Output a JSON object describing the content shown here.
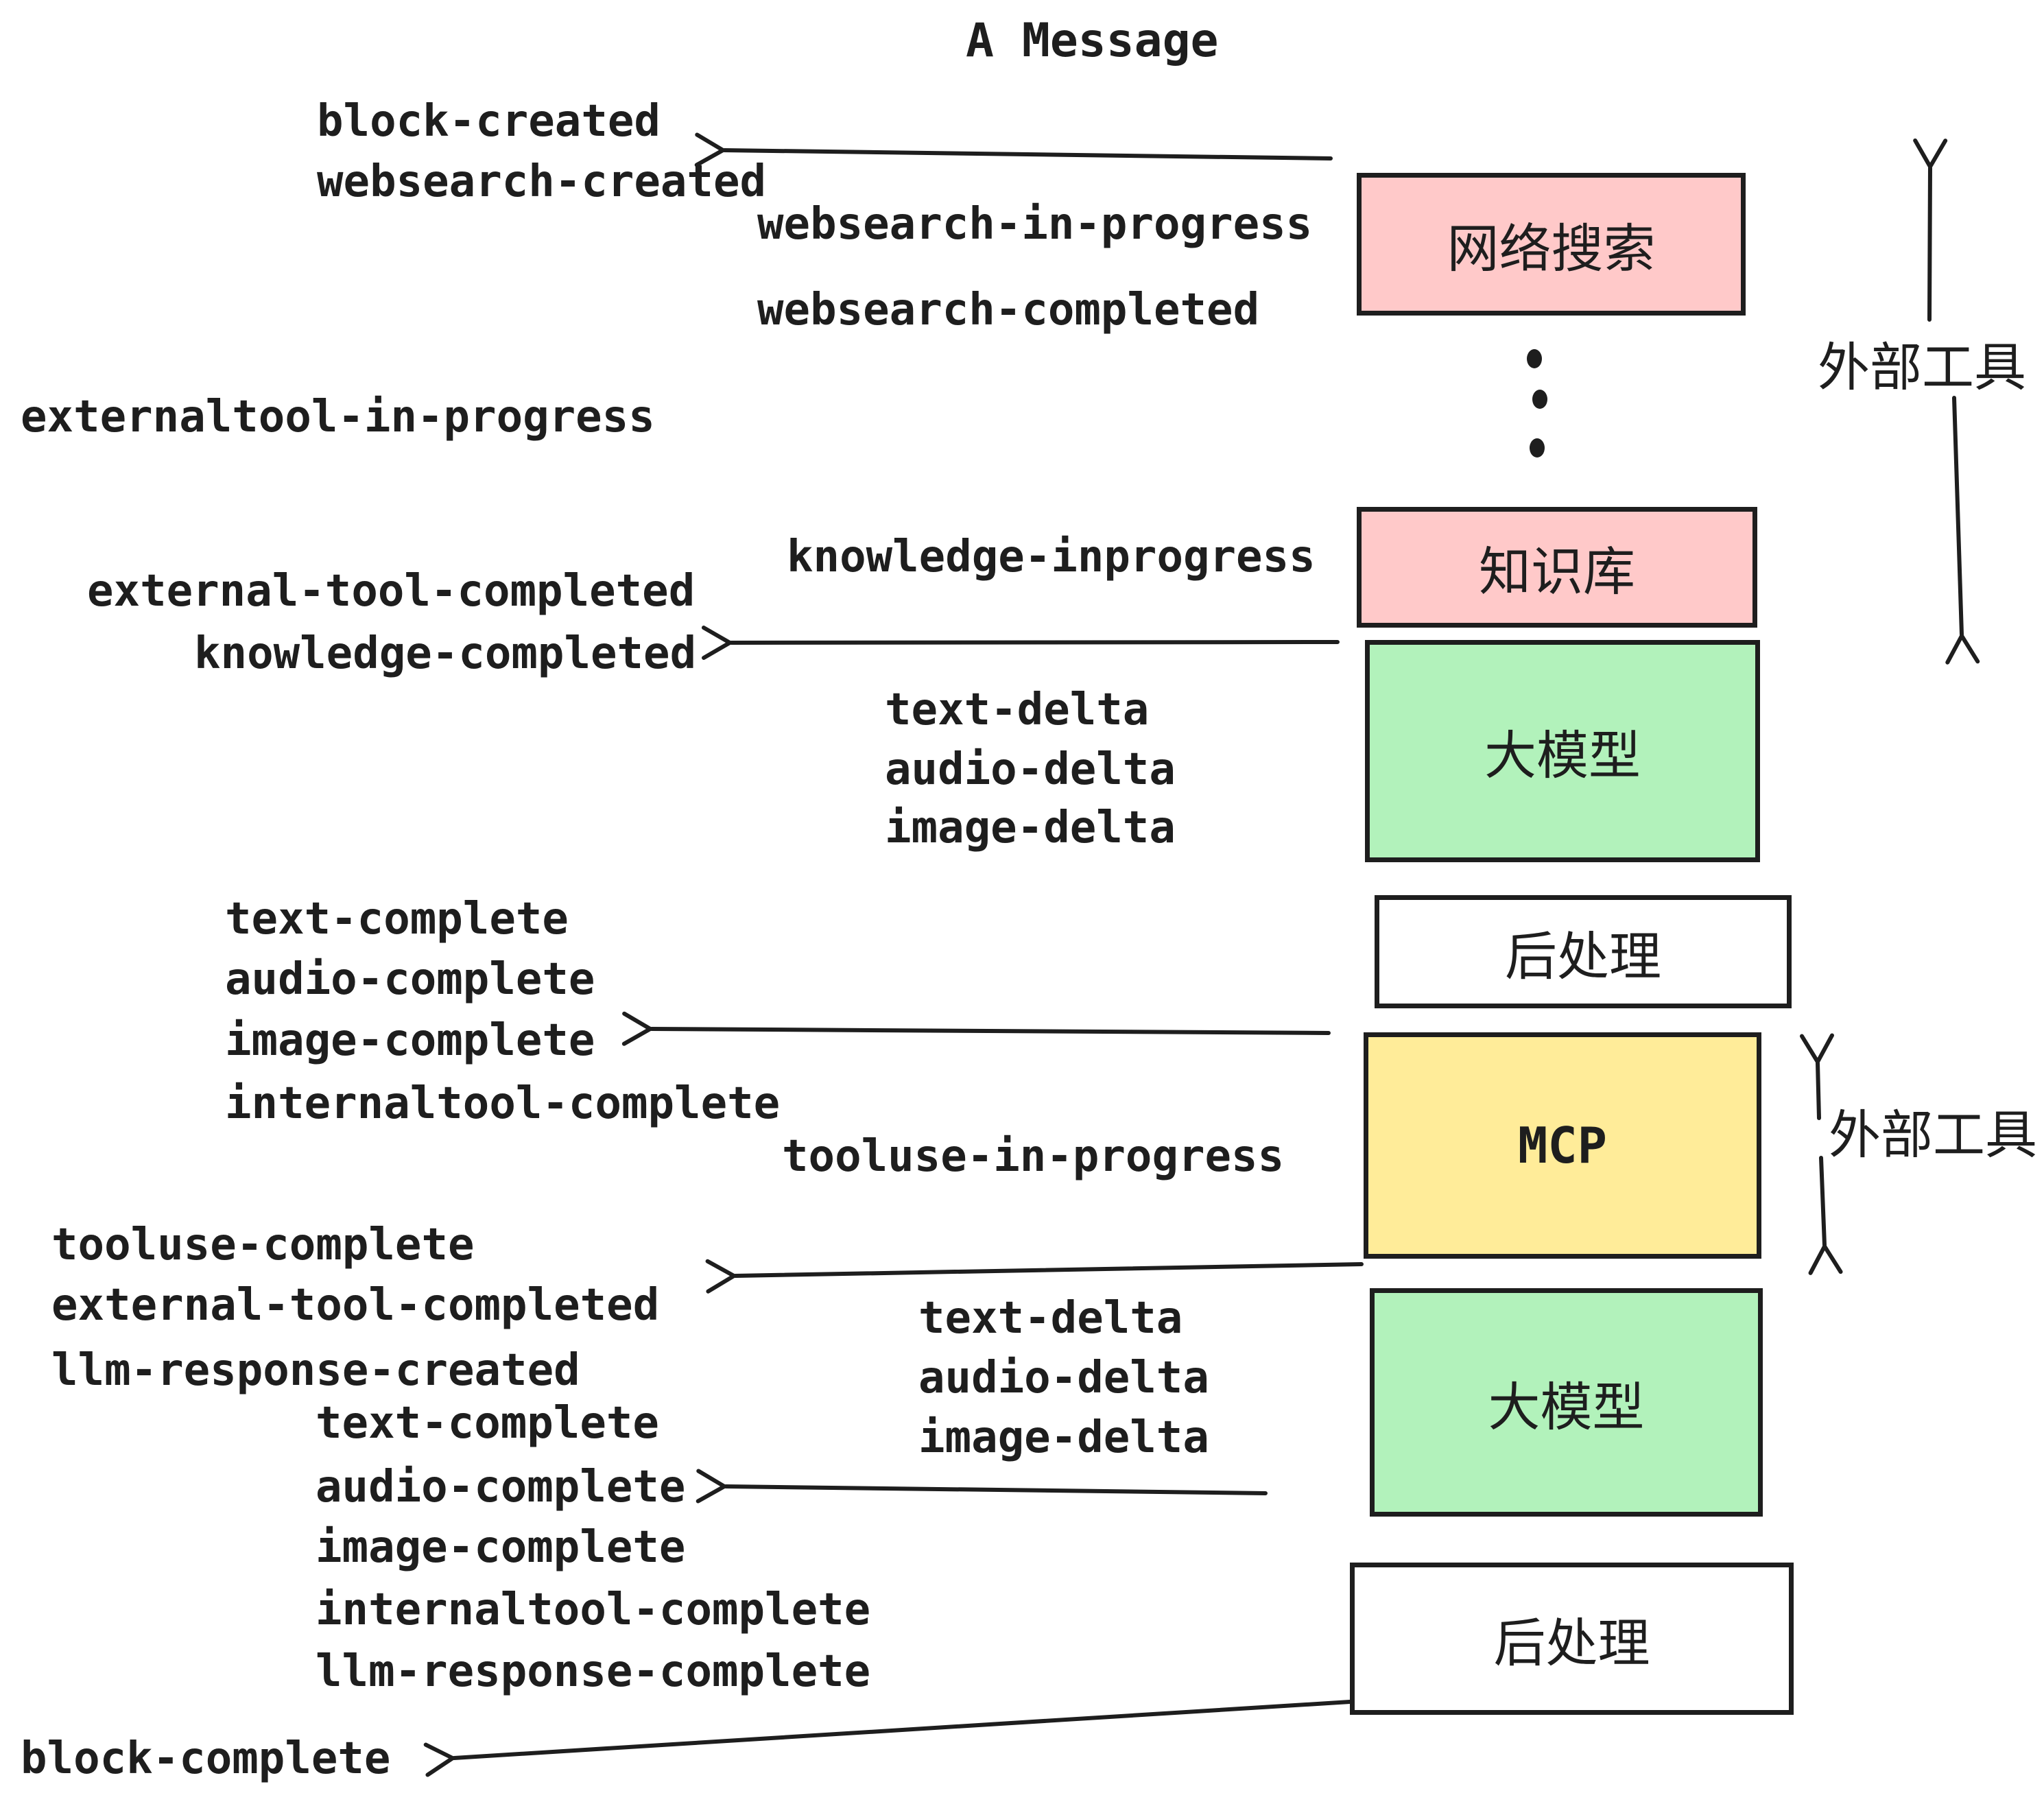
{
  "title": "A Message",
  "colors": {
    "ink": "#1e1e1e",
    "pink": "#ffc9c9",
    "green": "#b2f2bb",
    "yellow": "#ffec99",
    "white": "#ffffff"
  },
  "events": {
    "block_created": "block-created",
    "websearch_created": "websearch-created",
    "websearch_in_progress": "websearch-in-progress",
    "websearch_completed": "websearch-completed",
    "externaltool_in_progress": "externaltool-in-progress",
    "knowledge_inprogress": "knowledge-inprogress",
    "external_tool_completed": "external-tool-completed",
    "knowledge_completed": "knowledge-completed",
    "text_delta": "text-delta",
    "audio_delta": "audio-delta",
    "image_delta": "image-delta",
    "text_complete": "text-complete",
    "audio_complete": "audio-complete",
    "image_complete": "image-complete",
    "internaltool_complete": "internaltool-complete",
    "tooluse_in_progress": "tooluse-in-progress",
    "tooluse_complete": "tooluse-complete",
    "external_tool_completed_2": "external-tool-completed",
    "llm_response_created": "llm-response-created",
    "text_delta_2": "text-delta",
    "audio_delta_2": "audio-delta",
    "image_delta_2": "image-delta",
    "text_complete_2": "text-complete",
    "audio_complete_2": "audio-complete",
    "image_complete_2": "image-complete",
    "internaltool_complete_2": "internaltool-complete",
    "llm_response_complete": "llm-response-complete",
    "block_complete": "block-complete"
  },
  "boxes": {
    "websearch": {
      "label": "网络搜索",
      "fill": "#ffc9c9"
    },
    "knowledge": {
      "label": "知识库",
      "fill": "#ffc9c9"
    },
    "llm_1": {
      "label": "大模型",
      "fill": "#b2f2bb"
    },
    "postprocess_1": {
      "label": "后处理",
      "fill": "#ffffff"
    },
    "mcp": {
      "label": "MCP",
      "fill": "#ffec99"
    },
    "llm_2": {
      "label": "大模型",
      "fill": "#b2f2bb"
    },
    "postprocess_2": {
      "label": "后处理",
      "fill": "#ffffff"
    }
  },
  "side_labels": {
    "external_tools_top": "外部工具",
    "external_tools_mid": "外部工具"
  }
}
